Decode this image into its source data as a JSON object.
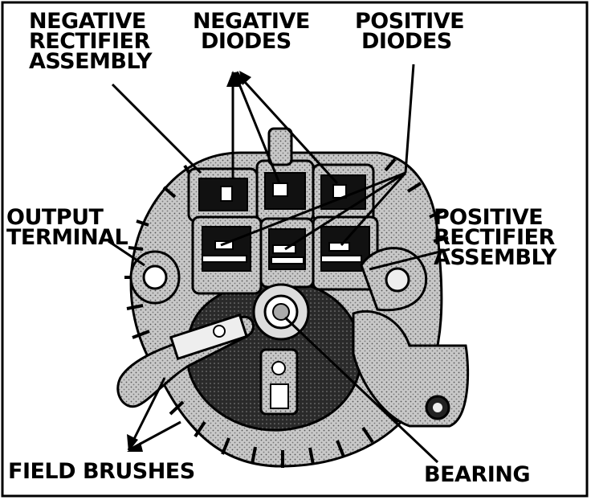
{
  "labels": {
    "negative_rectifier_assembly": [
      "NEGATIVE",
      "RECTIFIER",
      "ASSEMBLY"
    ],
    "negative_diodes": [
      "NEGATIVE",
      "DIODES"
    ],
    "positive_diodes": [
      "POSITIVE",
      "DIODES"
    ],
    "output_terminal": [
      "OUTPUT",
      "TERMINAL"
    ],
    "positive_rectifier_assembly": [
      "POSITIVE",
      "RECTIFIER",
      "ASSEMBLY"
    ],
    "field_brushes": "FIELD BRUSHES",
    "bearing": "BEARING"
  },
  "colors": {
    "ink": "#000000",
    "paper": "#ffffff",
    "body_shade": "#bdbdbd",
    "dark_shade": "#1a1a1a"
  }
}
